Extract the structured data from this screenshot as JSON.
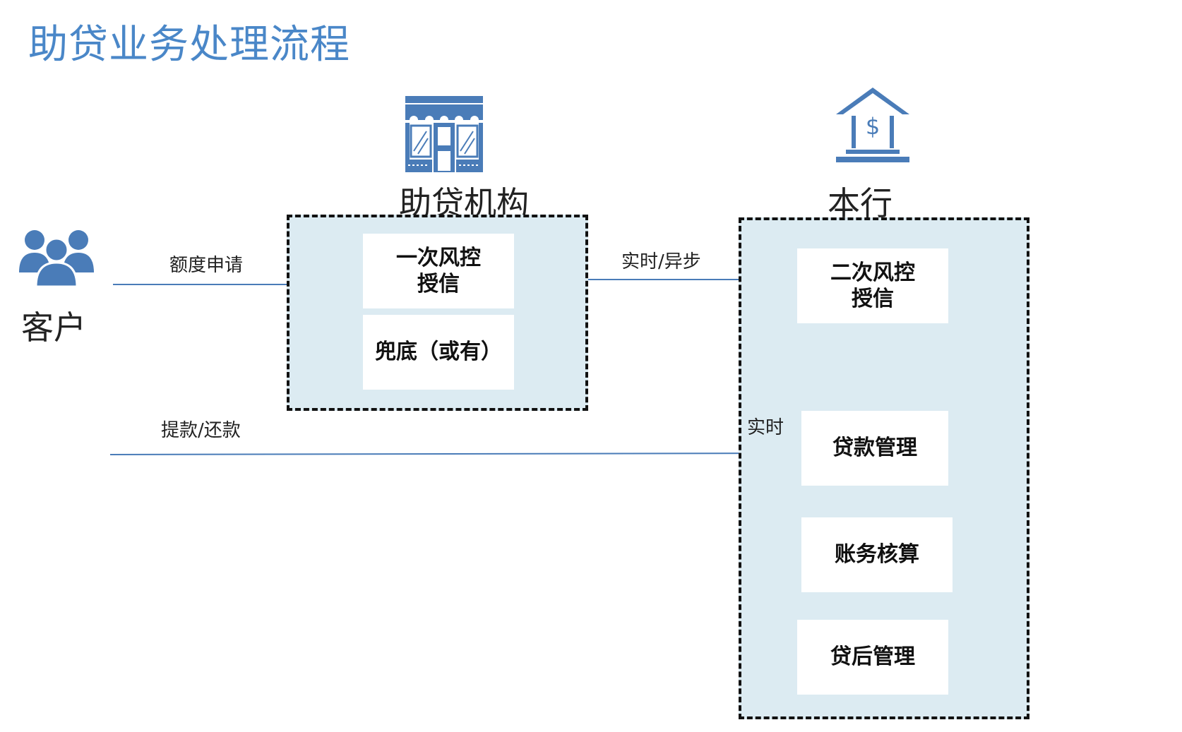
{
  "title": "助贷业务处理流程",
  "colors": {
    "title": "#4a87c8",
    "icon": "#4a7cb8",
    "box_fill": "#dcebf2",
    "arrow": "#4a7cb8",
    "node_fill": "#ffffff"
  },
  "actors": {
    "customer": {
      "label": "客户",
      "icon": "users-icon"
    },
    "agency": {
      "label": "助贷机构",
      "icon": "storefront-icon"
    },
    "bank": {
      "label": "本行",
      "icon": "bank-icon"
    }
  },
  "agency_nodes": [
    {
      "line1": "一次风控",
      "line2": "授信"
    },
    {
      "line1": "兜底（或有）",
      "line2": ""
    }
  ],
  "bank_nodes": [
    {
      "line1": "二次风控",
      "line2": "授信"
    },
    {
      "line1": "贷款管理",
      "line2": ""
    },
    {
      "line1": "账务核算",
      "line2": ""
    },
    {
      "line1": "贷后管理",
      "line2": ""
    }
  ],
  "arrows": {
    "apply": "额度申请",
    "realtime_async": "实时/异步",
    "withdraw_repay": "提款/还款",
    "realtime": "实时"
  }
}
